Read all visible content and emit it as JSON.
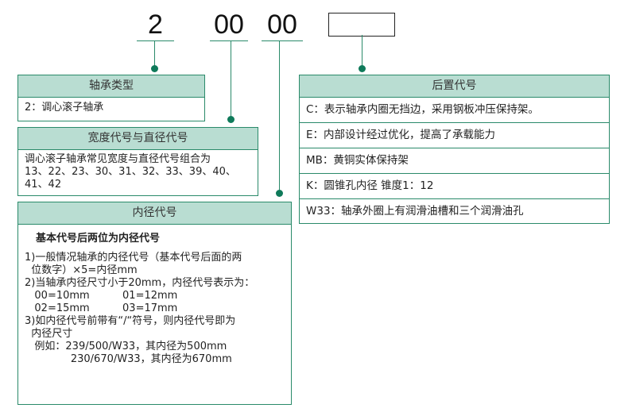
{
  "codes": {
    "type": "2",
    "width_diameter": "00",
    "bore": "00"
  },
  "type_box": {
    "title": "轴承类型",
    "text": "2：调心滚子轴承"
  },
  "width_box": {
    "title": "宽度代号与直径代号",
    "lines": [
      "调心滚子轴承常见宽度与直径代号组合为",
      "13、22、23、30、31、32、33、39、40、",
      "41、42"
    ]
  },
  "bore_box": {
    "title": "内径代号",
    "subtitle": "基本代号后两位为内径代号",
    "lines": [
      "1)一般情况轴承的内径代号（基本代号后面的两",
      "  位数字）×5=内径mm",
      "2)当轴承内径尺寸小于20mm，内径代号表示为：",
      "   00=10mm          01=12mm",
      "   02=15mm          03=17mm",
      "3)如内径代号前带有“/“符号，则内径代号即为",
      "  内径尺寸",
      "   例如：239/500/W33，其内径为500mm",
      "              230/670/W33，其内径为670mm"
    ]
  },
  "suffix_box": {
    "title": "后置代号",
    "rows": [
      "C：表示轴承内圈无挡边，采用钢板冲压保持架。",
      "E：内部设计经过优化，提高了承载能力",
      "MB：黄铜实体保持架",
      "K：圆锥孔内径 锥度1：12",
      "W33：轴承外圈上有润滑油槽和三个润滑油孔"
    ]
  }
}
